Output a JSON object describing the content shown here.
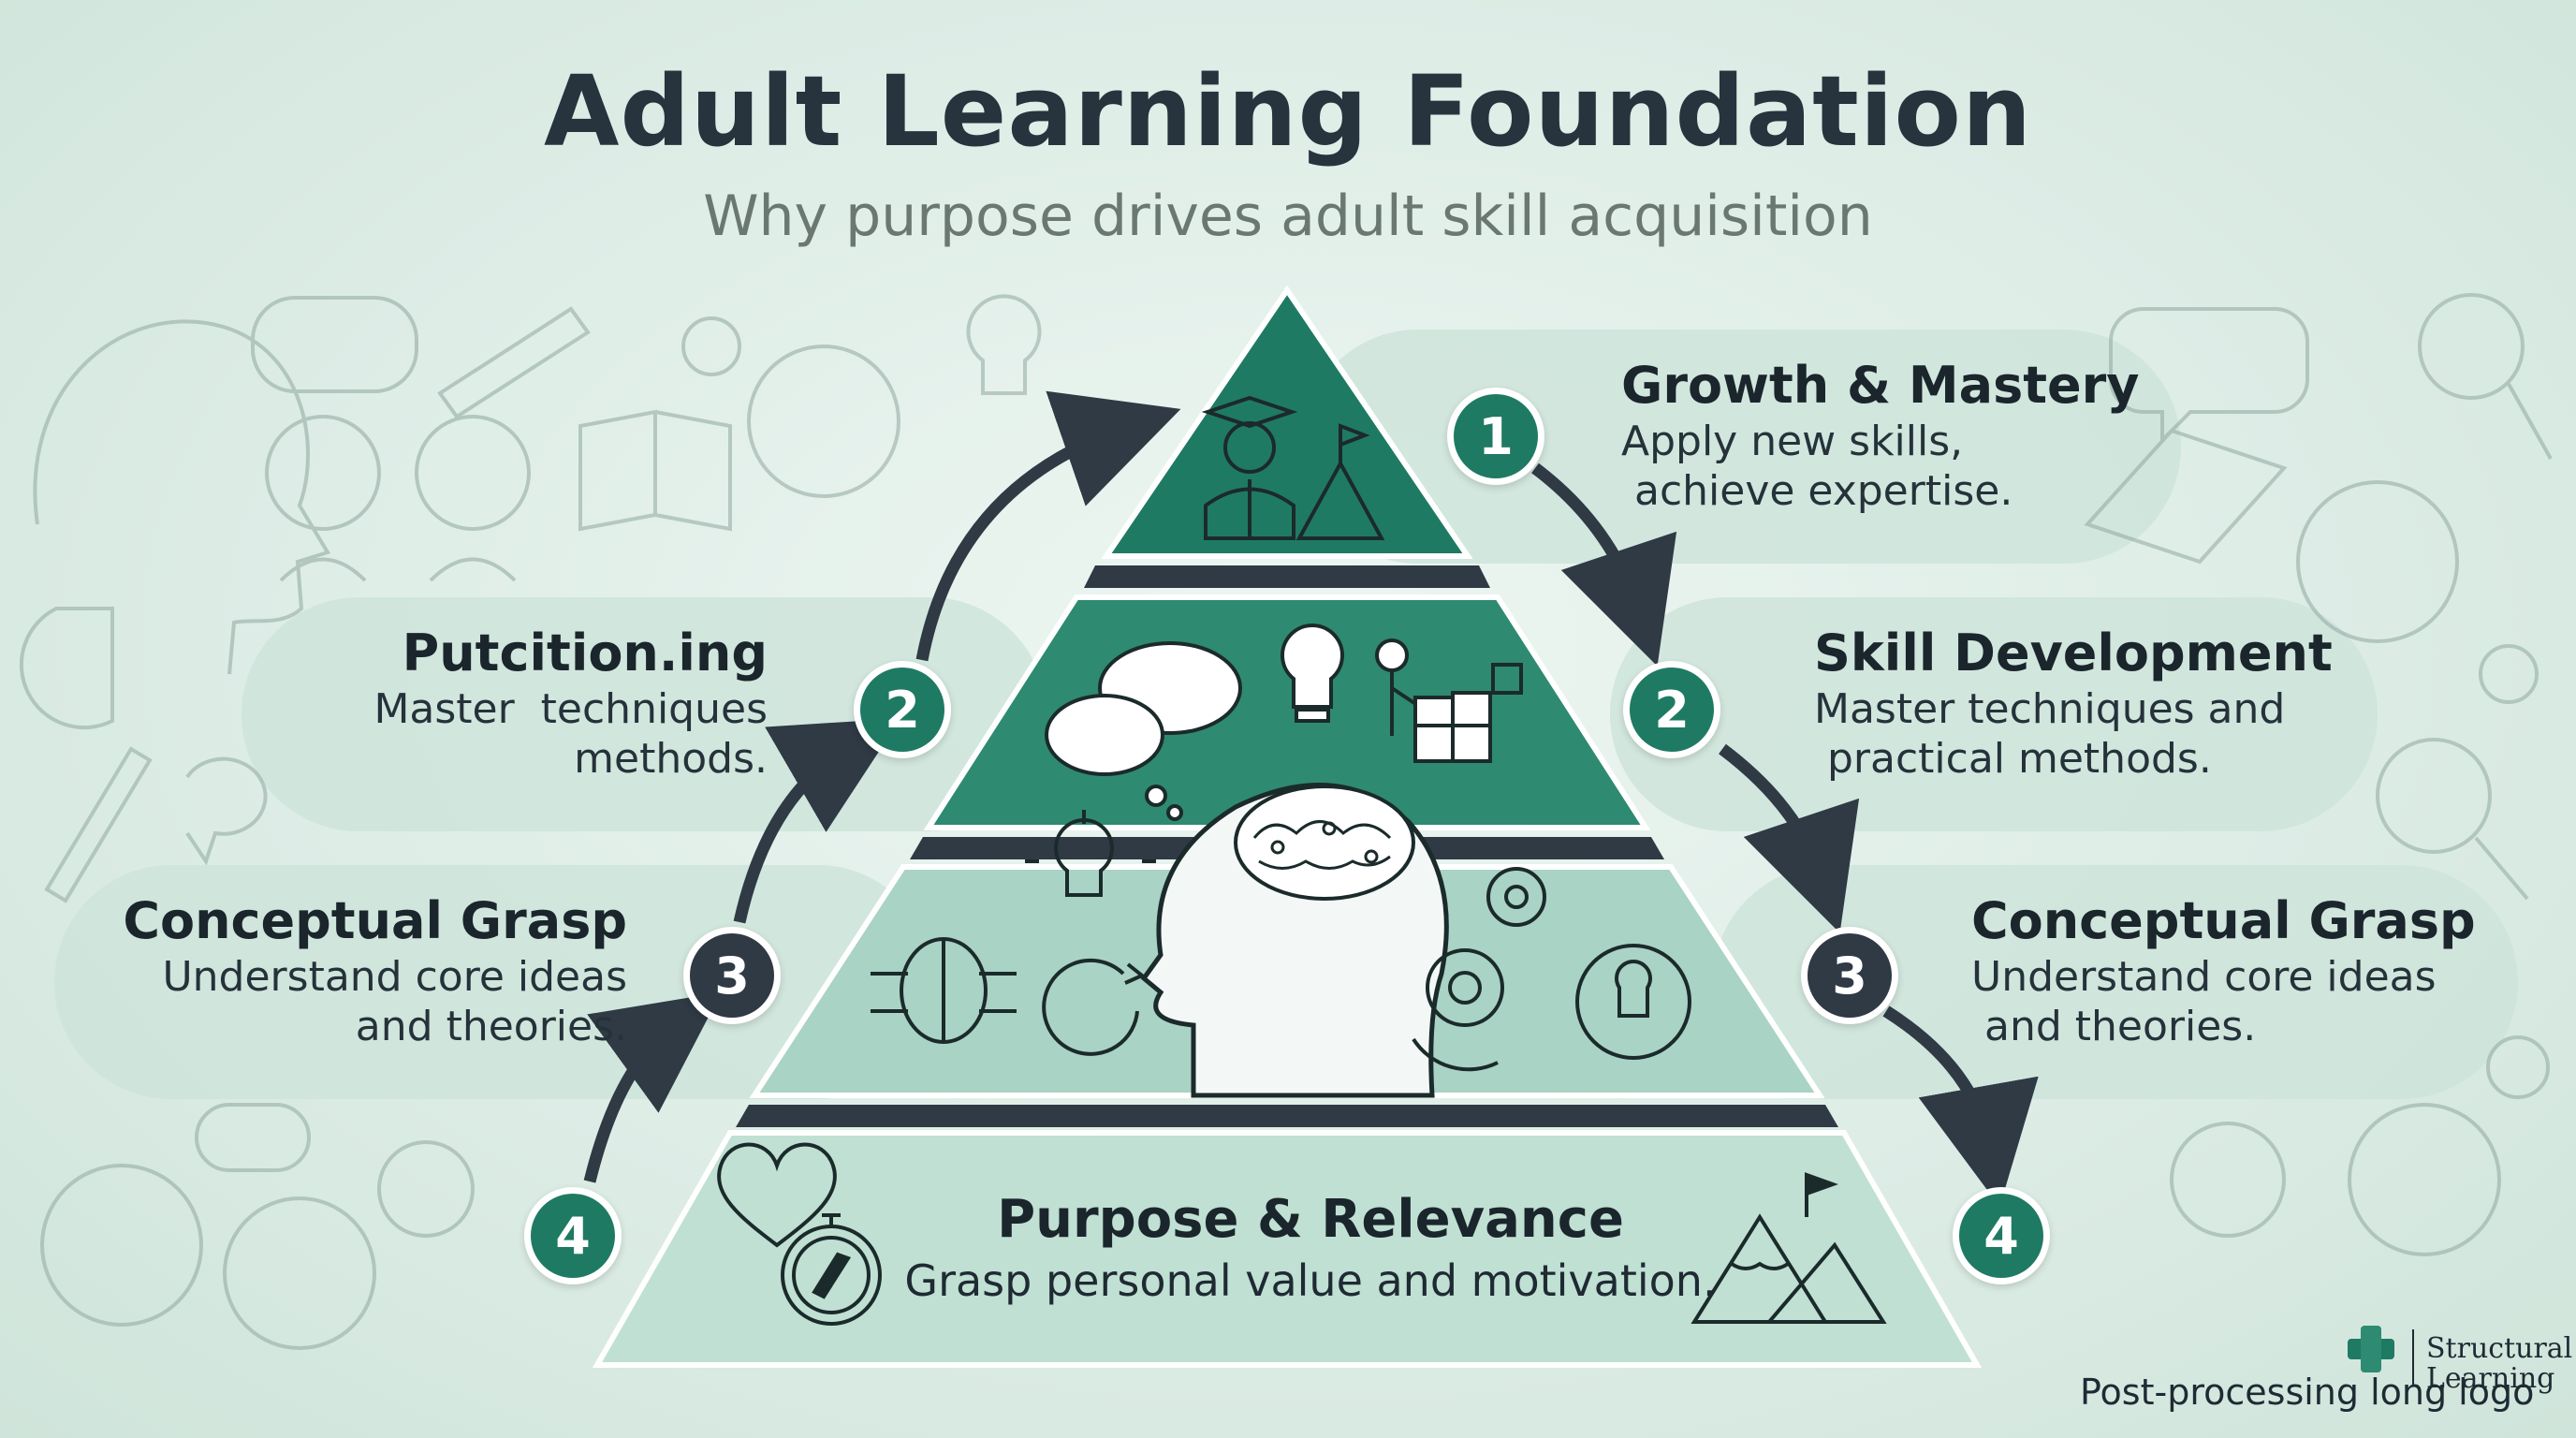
{
  "header": {
    "title": "Adult Learning Foundation",
    "subtitle": "Why purpose drives adult skill acquisition"
  },
  "tiers_right": [
    {
      "number": "1",
      "heading": "Growth & Mastery",
      "description_line1": "Apply new skills,",
      "description_line2": " achieve expertise."
    },
    {
      "number": "2",
      "heading": "Skill Development",
      "description_line1": "Master techniques and",
      "description_line2": " practical methods."
    },
    {
      "number": "3",
      "heading": "Conceptual Grasp",
      "description_line1": "Understand core ideas",
      "description_line2": " and theories."
    },
    {
      "number": "4"
    }
  ],
  "tiers_left": [
    {
      "number": "2",
      "heading": "Putcition.ing",
      "description_line1": "Master  techniques",
      "description_line2": "methods."
    },
    {
      "number": "3",
      "heading": "Conceptual Grasp",
      "description_line1": "Understand core ideas",
      "description_line2": "and theories."
    },
    {
      "number": "4"
    }
  ],
  "base": {
    "heading": "Purpose & Relevance",
    "description": "Grasp personal value and motivation."
  },
  "logo": {
    "line1": "Structural",
    "line2": "Learning"
  },
  "footer": "Post-processing long logo",
  "colors": {
    "dark_green": "#1f7a63",
    "mid_green": "#2e8a71",
    "light_green": "#a9d3c4",
    "base_green": "#bfe0d3",
    "navy": "#2f3a45",
    "background": "#dcece5"
  },
  "icons": [
    "graduate-icon",
    "mountain-flag-icon",
    "speech-bubble-icon",
    "lightbulb-icon",
    "worker-boxes-icon",
    "head-brain-icon",
    "gear-icon",
    "cycle-arrows-icon",
    "heart-icon",
    "compass-icon",
    "magnifier-icon",
    "book-icon",
    "pencil-icon",
    "child-face-icon"
  ]
}
